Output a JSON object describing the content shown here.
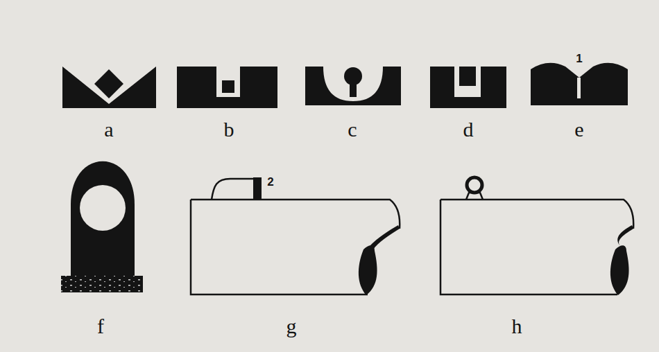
{
  "diagram": {
    "labels": [
      "a",
      "b",
      "c",
      "d",
      "e",
      "1",
      "f",
      "g",
      "2",
      "h"
    ]
  }
}
